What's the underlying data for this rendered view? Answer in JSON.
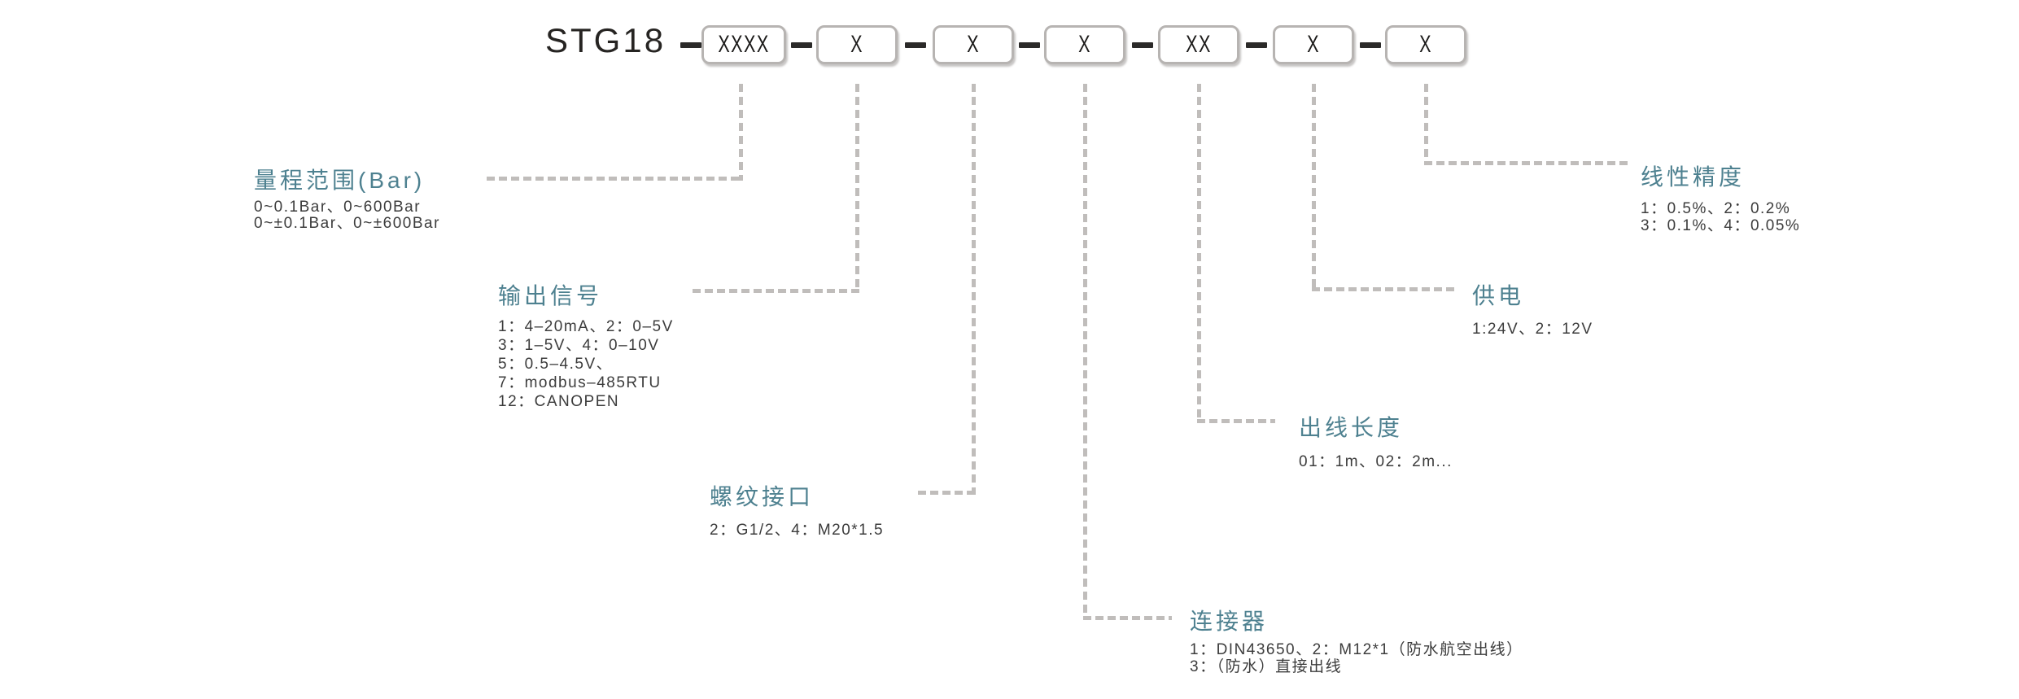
{
  "model_code": {
    "prefix": "STG18",
    "segments": [
      "XXXX",
      "X",
      "X",
      "X",
      "XX",
      "X",
      "X"
    ]
  },
  "fields": [
    {
      "id": "range",
      "title": "量程范围(Bar)",
      "lines": [
        "0~0.1Bar、0~600Bar",
        "0~±0.1Bar、0~±600Bar"
      ]
    },
    {
      "id": "output-signal",
      "title": "输出信号",
      "lines": [
        "1：4–20mA、2：0–5V",
        "3：1–5V、4：0–10V",
        "5：0.5–4.5V、",
        "7：modbus–485RTU",
        "12：CANOPEN"
      ]
    },
    {
      "id": "thread-interface",
      "title": "螺纹接口",
      "lines": [
        "2：G1/2、4：M20*1.5"
      ]
    },
    {
      "id": "connector",
      "title": "连接器",
      "lines": [
        "1：DIN43650、2：M12*1（防水航空出线）",
        "3：（防水）直接出线"
      ]
    },
    {
      "id": "cable-length",
      "title": "出线长度",
      "lines": [
        "01：1m、02：2m..."
      ]
    },
    {
      "id": "power-supply",
      "title": "供电",
      "lines": [
        "1:24V、2：12V"
      ]
    },
    {
      "id": "linearity-accuracy",
      "title": "线性精度",
      "lines": [
        "1：0.5%、2：0.2%",
        "3：0.1%、4：0.05%"
      ]
    }
  ],
  "colors": {
    "accent_teal": "#4e8190",
    "body_text": "#3c3c3c",
    "dash_gray": "#c0bdbb",
    "box_border": "#b7b4b2",
    "code_text": "#262422"
  }
}
